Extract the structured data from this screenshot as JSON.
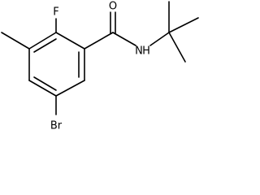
{
  "structure": {
    "atoms": {
      "oxygen": "O",
      "fluorine": "F",
      "nitrogen": "N",
      "hydrogen": "H",
      "bromine": "Br"
    },
    "colors": {
      "bond": "#000000",
      "label": "#000000",
      "background": "#ffffff"
    }
  }
}
